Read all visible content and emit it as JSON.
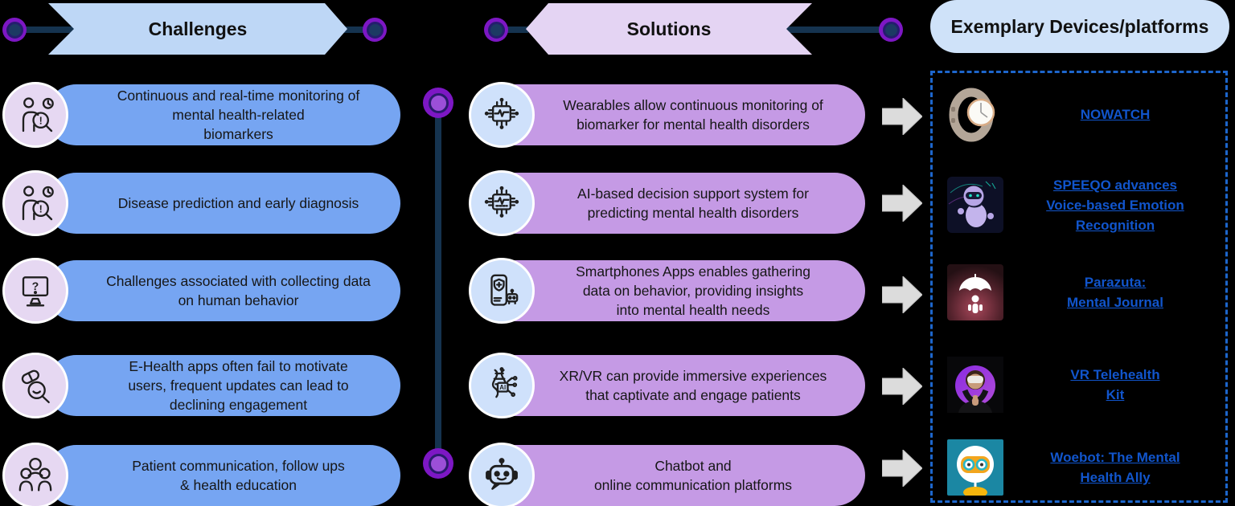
{
  "colors": {
    "background": "#000000",
    "challenges_banner": "#bed7f6",
    "challenge_pill": "#76a5f2",
    "challenge_icon_bg": "#e6d8f2",
    "solutions_banner": "#e4d4f3",
    "solution_pill": "#c59ae5",
    "solution_icon_bg": "#cfe1fb",
    "exemplary_header_bg": "#cfe2f9",
    "link_blue": "#1155cc",
    "dashed_border_blue": "#1d66cc",
    "connector_navy": "#15334f",
    "node_purple": "#7d17c4",
    "node_inner_navy": "#1c3a63",
    "node_inner_purple": "#9b4fd8",
    "arrow_gray": "#dcdcdc"
  },
  "icons": {
    "alert_glyph": "!",
    "question_glyph": "?",
    "ai_glyph": "AI"
  },
  "columns": {
    "challenges": {
      "title": "Challenges",
      "items": [
        {
          "icon": "person-realtime-alert-icon",
          "text": [
            "Continuous and real-time monitoring of",
            "mental health-related",
            "biomarkers"
          ]
        },
        {
          "icon": "person-diagnosis-search-icon",
          "text": [
            "Disease prediction and early diagnosis"
          ]
        },
        {
          "icon": "monitor-question-icon",
          "text": [
            "Challenges associated with collecting data",
            "on human behavior"
          ]
        },
        {
          "icon": "pills-magnifier-icon",
          "text": [
            "E-Health apps often fail to motivate",
            "users, frequent updates can lead to",
            "declining engagement"
          ]
        },
        {
          "icon": "patients-group-icon",
          "text": [
            "Patient communication, follow ups",
            "& health education"
          ]
        }
      ]
    },
    "solutions": {
      "title": "Solutions",
      "items": [
        {
          "icon": "chip-heartbeat-icon",
          "text": [
            "Wearables allow continuous monitoring of",
            "biomarker for mental health disorders"
          ]
        },
        {
          "icon": "chip-ai-icon",
          "text": [
            "AI-based decision support system for",
            "predicting mental health disorders"
          ]
        },
        {
          "icon": "phone-health-app-icon",
          "text": [
            "Smartphones Apps enables gathering",
            "data on behavior, providing insights",
            "into mental health needs"
          ]
        },
        {
          "icon": "dna-ai-icon",
          "text": [
            "XR/VR can provide immersive experiences",
            "that captivate and engage patients"
          ]
        },
        {
          "icon": "chatbot-icon",
          "text": [
            "Chatbot and",
            "online communication platforms"
          ]
        }
      ]
    },
    "exemplary": {
      "title": "Exemplary Devices/platforms",
      "items": [
        {
          "image": "nowatch-smartwatch-photo",
          "link": [
            "NOWATCH"
          ]
        },
        {
          "image": "speeqo-robot-photo",
          "link": [
            "SPEEQO advances",
            "Voice-based Emotion",
            "Recognition"
          ]
        },
        {
          "image": "parazuta-umbrella-logo",
          "link": [
            "Parazuta:",
            "Mental Journal"
          ]
        },
        {
          "image": "vr-headset-woman-photo",
          "link": [
            "VR Telehealth",
            "Kit"
          ]
        },
        {
          "image": "woebot-logo",
          "link": [
            "Woebot: The Mental",
            "Health Ally"
          ]
        }
      ]
    }
  }
}
